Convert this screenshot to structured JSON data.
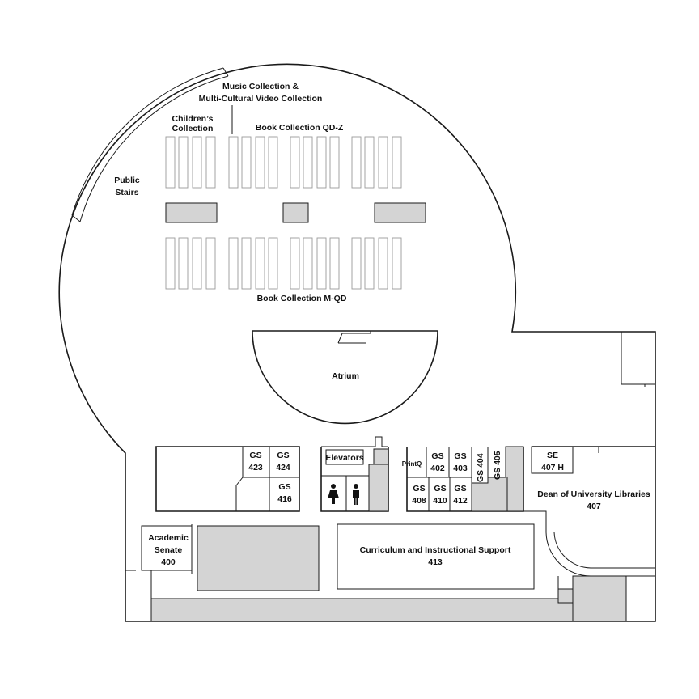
{
  "map": {
    "colors": {
      "wall": "#1a1a1a",
      "fill": "#d4d4d4",
      "shelf": "#9a9a9a"
    },
    "collections": {
      "music_line1": "Music Collection &",
      "music_line2": "Multi-Cultural Video Collection",
      "childrens_line1": "Children’s",
      "childrens_line2": "Collection",
      "books_qd_z": "Book Collection QD-Z",
      "books_m_qd": "Book Collection M-QD"
    },
    "areas": {
      "public_stairs_line1": "Public",
      "public_stairs_line2": "Stairs",
      "atrium": "Atrium",
      "elevators": "Elevators",
      "printq": "PrintQ"
    },
    "rooms": {
      "gs423": [
        "GS",
        "423"
      ],
      "gs424": [
        "GS",
        "424"
      ],
      "gs416": [
        "GS",
        "416"
      ],
      "gs402": [
        "GS",
        "402"
      ],
      "gs403": [
        "GS",
        "403"
      ],
      "gs404": "GS 404",
      "gs405": "GS 405",
      "gs408": [
        "GS",
        "408"
      ],
      "gs410": [
        "GS",
        "410"
      ],
      "gs412": [
        "GS",
        "412"
      ],
      "se407h": [
        "SE",
        "407 H"
      ],
      "dean": [
        "Dean of University Libraries",
        "407"
      ],
      "academic_senate": [
        "Academic",
        "Senate",
        "400"
      ],
      "curriculum": [
        "Curriculum and Instructional Support",
        "413"
      ]
    },
    "icons": [
      "womens-restroom-icon",
      "mens-restroom-icon"
    ]
  }
}
